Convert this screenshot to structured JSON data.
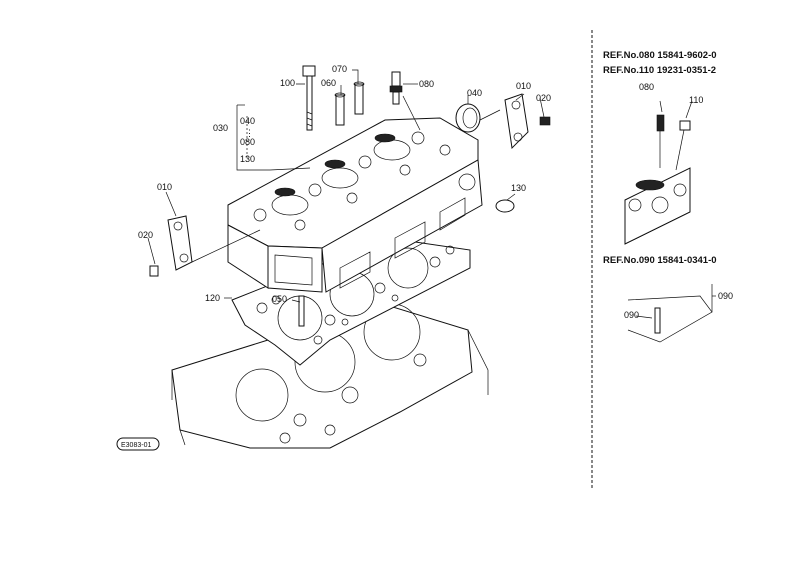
{
  "callouts": {
    "c100": "100",
    "c070": "070",
    "c080_top": "080",
    "c060": "060",
    "c040_top": "040",
    "c010_right": "010",
    "c020_right": "020",
    "c030": "030",
    "c030_040": "040",
    "c030_080": "080",
    "c030_130": "130",
    "c010_left": "010",
    "c020_left": "020",
    "c130": "130",
    "c120": "120",
    "c050": "050"
  },
  "stamp": "E3083-01",
  "references": {
    "ref1": "REF.No.080  15841-9602-0",
    "ref2": "REF.No.110  19231-0351-2",
    "ref3": "REF.No.090  15841-0341-0"
  },
  "detail_callouts": {
    "d080": "080",
    "d110": "110",
    "d090_right": "090",
    "d090_left": "090"
  }
}
